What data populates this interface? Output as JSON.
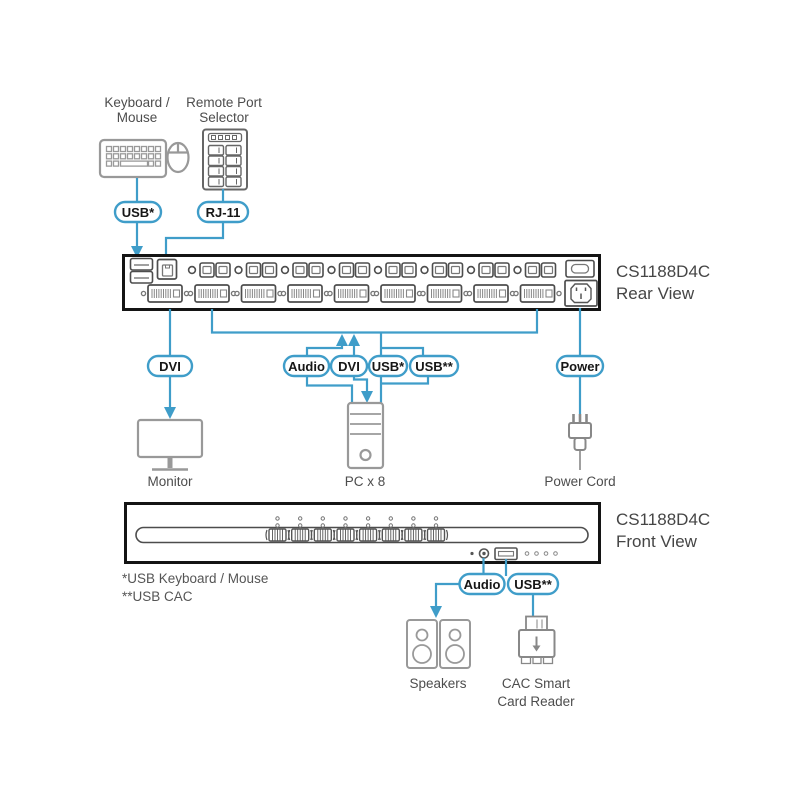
{
  "accent_color": "#3f9dc9",
  "top": {
    "keyboard_mouse_label": [
      "Keyboard /",
      "Mouse"
    ],
    "remote_selector_label": [
      "Remote Port",
      "Selector"
    ],
    "usb_pill": "USB*",
    "rj11_pill": "RJ-11"
  },
  "rear": {
    "title": [
      "CS1188D4C",
      "Rear View"
    ],
    "pills": {
      "dvi_monitor": "DVI",
      "audio": "Audio",
      "dvi_pc": "DVI",
      "usb_keyboard": "USB*",
      "usb_cac": "USB**",
      "power": "Power"
    },
    "monitor_label": "Monitor",
    "pc_label": "PC x 8",
    "power_cord_label": "Power Cord"
  },
  "front": {
    "title": [
      "CS1188D4C",
      "Front View"
    ],
    "pills": {
      "audio": "Audio",
      "usb_cac": "USB**"
    },
    "speakers_label": "Speakers",
    "cac_reader_label": [
      "CAC Smart",
      "Card Reader"
    ]
  },
  "footnotes": [
    "*USB Keyboard / Mouse",
    "**USB CAC"
  ],
  "icons": {
    "keyboard-icon": "keyboard outline",
    "mouse-icon": "mouse outline",
    "remote-port-selector-icon": "keypad device outline",
    "monitor-icon": "display outline",
    "pc-tower-icon": "tower computer outline",
    "power-cord-icon": "power plug outline",
    "speakers-icon": "two speakers outline",
    "cac-reader-icon": "smart card reader outline"
  }
}
